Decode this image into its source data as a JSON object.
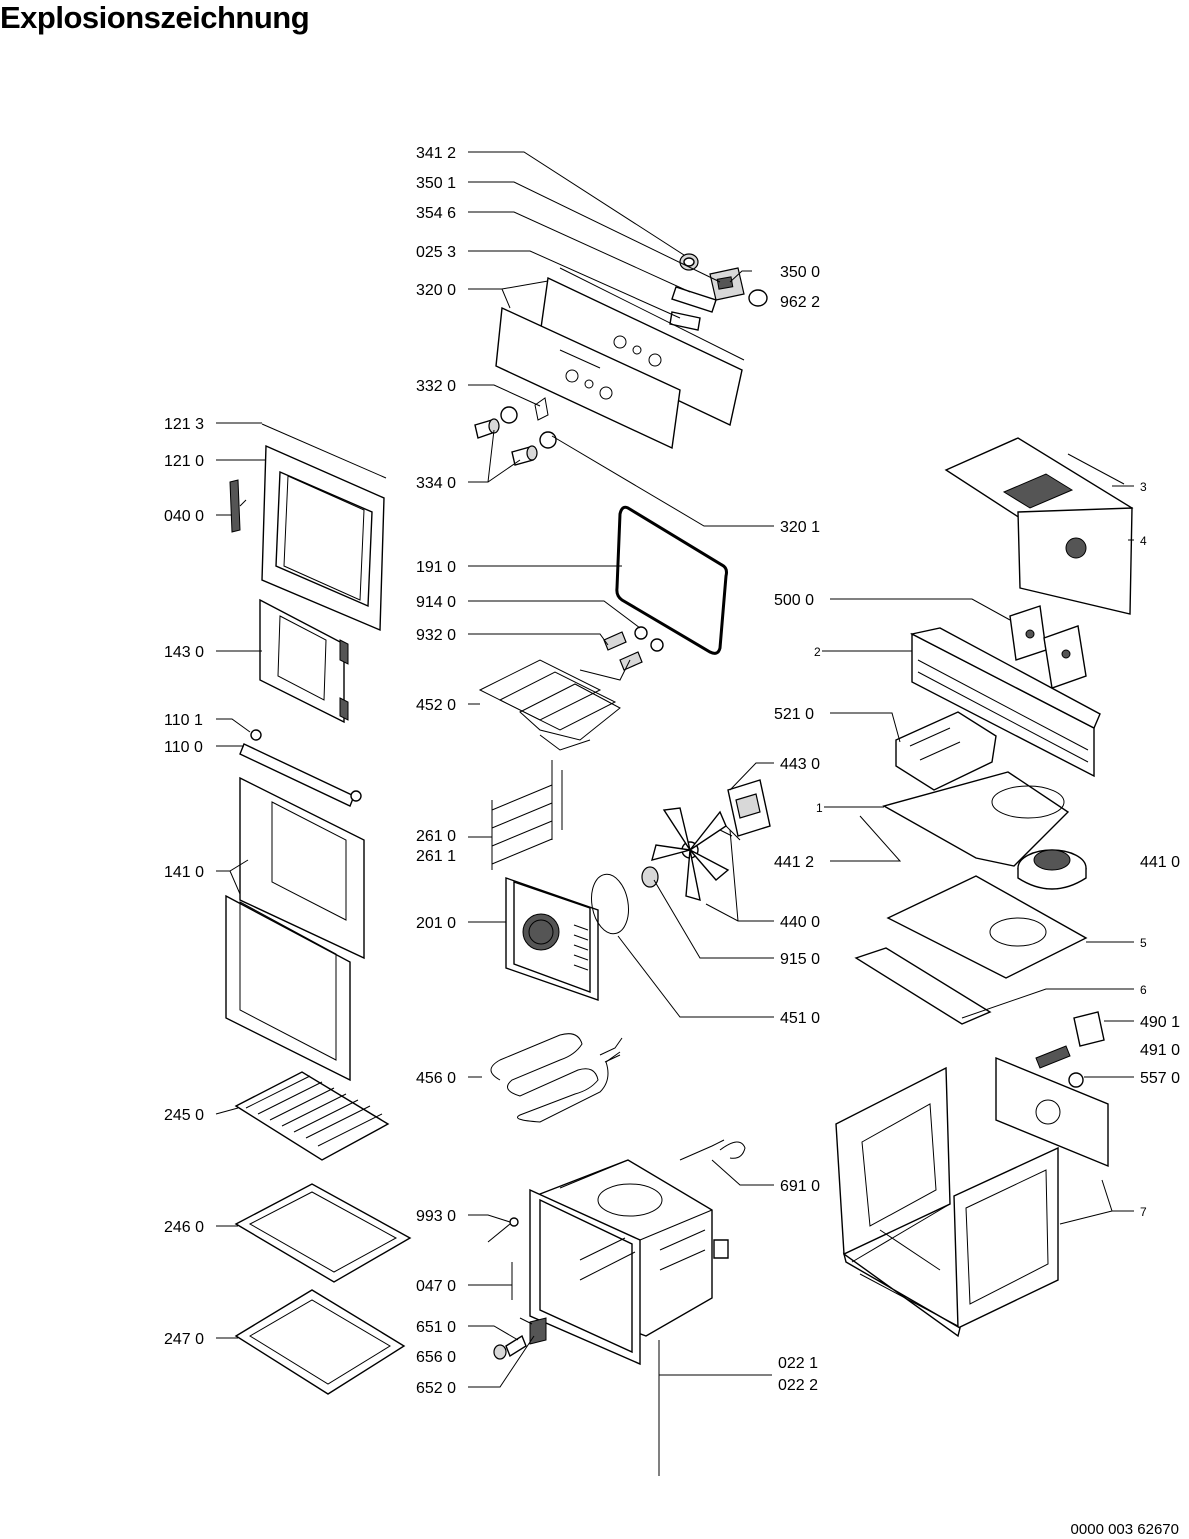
{
  "title": "Explosionszeichnung",
  "document_number": "0000 003 62670",
  "callouts": {
    "c3412": "341 2",
    "c3501": "350 1",
    "c3546": "354 6",
    "c0253": "025 3",
    "c3200": "320 0",
    "c3500": "350 0",
    "c9622": "962 2",
    "c3320": "332 0",
    "c3340": "334 0",
    "c3201": "320 1",
    "c1910": "191 0",
    "c9140": "914 0",
    "c9320": "932 0",
    "c4520": "452 0",
    "c2610": "261 0",
    "c2611": "261 1",
    "c2010": "201 0",
    "c4560": "456 0",
    "c9930": "993 0",
    "c0470": "047 0",
    "c6510": "651 0",
    "c6560": "656 0",
    "c6520": "652 0",
    "c1213": "121 3",
    "c1210": "121 0",
    "c0400": "040 0",
    "c1430": "143 0",
    "c1101": "110 1",
    "c1100": "110 0",
    "c1410": "141 0",
    "c2450": "245 0",
    "c2460": "246 0",
    "c2470": "247 0",
    "c3": "3",
    "c4": "4",
    "c5000": "500 0",
    "c2": "2",
    "c5210": "521 0",
    "c4430": "443 0",
    "c1": "1",
    "c4412": "441 2",
    "c4410": "441 0",
    "c4400": "440 0",
    "c9150": "915 0",
    "c5": "5",
    "c6": "6",
    "c4510": "451 0",
    "c4901": "490 1",
    "c4910": "491 0",
    "c5570": "557 0",
    "c6910": "691 0",
    "c7": "7",
    "c0221": "022 1",
    "c0222": "022 2"
  }
}
